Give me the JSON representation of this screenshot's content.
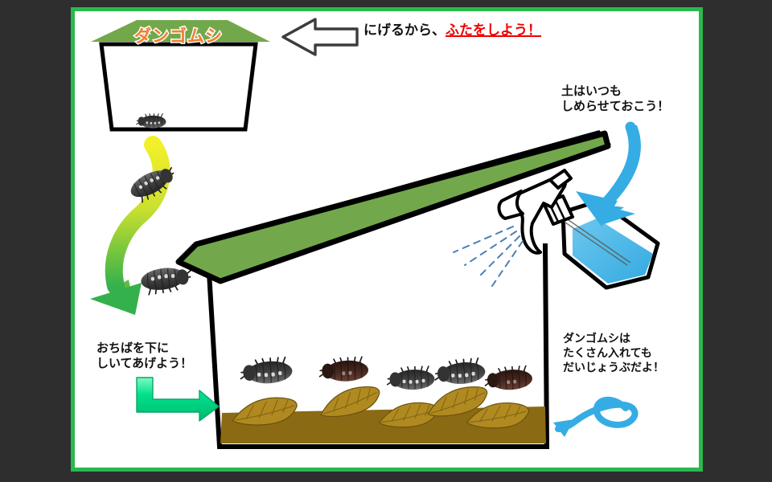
{
  "page": {
    "background_color": "#2e2e2e",
    "panel_background": "#ffffff",
    "panel_border_color": "#2bb84f"
  },
  "colors": {
    "lid_green": "#72a84b",
    "soil_brown": "#8b6a14",
    "leaf_brown": "#b08a20",
    "water_blue": "#45b3e8",
    "arrow_blue": "#35ace4",
    "arrow_green": "#00dd8c",
    "arrow_yellow": "#e8ec2a",
    "arrow_gradient_green": "#34b14c",
    "bug_body": "#4a4a4a",
    "text_black": "#111111",
    "text_red": "#ee0000",
    "lid_label_orange": "#ef8233",
    "lid_label_outline": "#ffffff"
  },
  "small_container": {
    "label": "ダンゴムシ",
    "bug_count": 1
  },
  "notes": {
    "lid_note_plain": "にげるから、",
    "lid_note_emphasis": "ふたをしよう！",
    "water_note": "土はいつも\nしめらせておこう！",
    "leaf_note": "おちばを下に\nしいてあげよう！",
    "many_note": "ダンゴムシは\nたくさん入れても\nだいじょうぶだよ！"
  },
  "main_container": {
    "lid_color": "#72a84b",
    "soil_color": "#8b6a14",
    "bug_count": 5,
    "leaf_count": 5
  },
  "spray_bottle": {
    "liquid_color": "#45b3e8",
    "spray_lines": 4
  },
  "arrows": {
    "lid_arrow": "arrow-left-outline",
    "escape_arrow": "arrow-curved-yellow-green",
    "leaf_arrow": "arrow-elbow-green",
    "water_arrow": "arrow-hand-drawn-blue-down",
    "many_arrow": "arrow-hand-drawn-blue-loop"
  }
}
